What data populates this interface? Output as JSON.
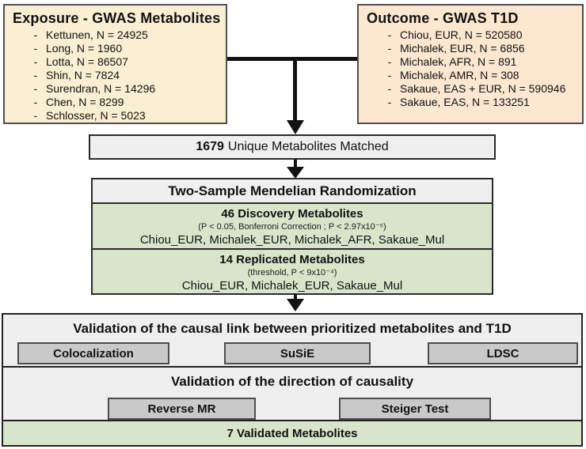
{
  "exposure": {
    "title": "Exposure - GWAS Metabolites",
    "bullet": "-",
    "items": [
      "Kettunen, N = 24925",
      "Long, N = 1960",
      "Lotta, N = 86507",
      "Shin, N = 7824",
      "Surendran, N = 14296",
      "Chen, N = 8299",
      "Schlosser, N = 5023"
    ]
  },
  "outcome": {
    "title": "Outcome - GWAS T1D",
    "bullet": "-",
    "items": [
      "Chiou, EUR, N = 520580",
      "Michalek, EUR, N = 6856",
      "Michalek, AFR, N = 891",
      "Michalek, AMR, N = 308",
      "Sakaue, EAS + EUR, N = 590946",
      "Sakaue, EAS, N = 133251"
    ]
  },
  "matched": {
    "count": "1679",
    "label": "Unique Metabolites Matched"
  },
  "mr": {
    "header": "Two-Sample Mendelian Randomization",
    "discovery": {
      "title": "46 Discovery Metabolites",
      "criteria": "(P < 0.05, Bonferroni Correction ; P < 2.97x10⁻⁵)",
      "cohorts": "Chiou_EUR, Michalek_EUR, Michalek_AFR, Sakaue_Mul"
    },
    "replicated": {
      "title": "14 Replicated Metabolites",
      "criteria": "(threshold, P < 9x10⁻⁴)",
      "cohorts": "Chiou_EUR, Michalek_EUR, Sakaue_Mul"
    }
  },
  "validation_causal": {
    "title": "Validation of the causal link between prioritized metabolites and T1D",
    "methods": [
      "Colocalization",
      "SuSiE",
      "LDSC"
    ]
  },
  "validation_direction": {
    "title": "Validation of the direction of causality",
    "methods": [
      "Reverse MR",
      "Steiger Test"
    ]
  },
  "result": {
    "label": "7 Validated Metabolites"
  },
  "colors": {
    "exposure_bg": "#faefd2",
    "outcome_bg": "#fce7d0",
    "green_bg": "#d9e5cb",
    "panel_gray_bg": "#efefef",
    "button_gray_bg": "#c9c9c9",
    "line_black": "#121212"
  }
}
